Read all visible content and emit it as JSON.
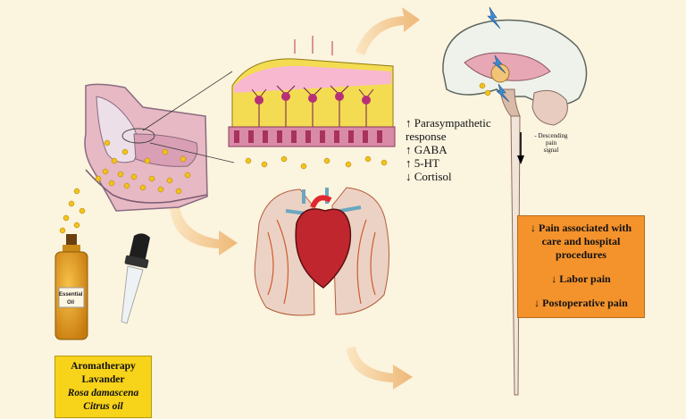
{
  "effects": {
    "line1": "↑ Parasympathetic",
    "line2": "response",
    "line3": "↑  GABA",
    "line4": "↑  5-HT",
    "line5": "↓ Cortisol"
  },
  "descending_signal": {
    "line1": "- Descending",
    "line2": "pain",
    "line3": "signal"
  },
  "pain_box": {
    "item1": "↓ Pain associated with care and hospital procedures",
    "item2": "↓ Labor pain",
    "item3": "↓ Postoperative pain"
  },
  "oils_box": {
    "line1": "Aromatherapy",
    "line2": "Lavander",
    "line3": "Rosa damascena",
    "line4": "Citrus oil"
  },
  "bottle_label": {
    "line1": "Essential",
    "line2": "Oil"
  },
  "colors": {
    "background": "#fbf4df",
    "pain_box": "#f4922c",
    "oil_box": "#f7d31a",
    "arrow": "#f2c88a",
    "heart": "#c0262d",
    "nerve": "#e05e8c"
  },
  "icons": [
    "nose-cross-section",
    "olfactory-epithelium",
    "lungs-and-heart",
    "brain-sagittal",
    "spinal-cord",
    "dropper",
    "essential-oil-bottle",
    "lightning-bolt-icon"
  ]
}
